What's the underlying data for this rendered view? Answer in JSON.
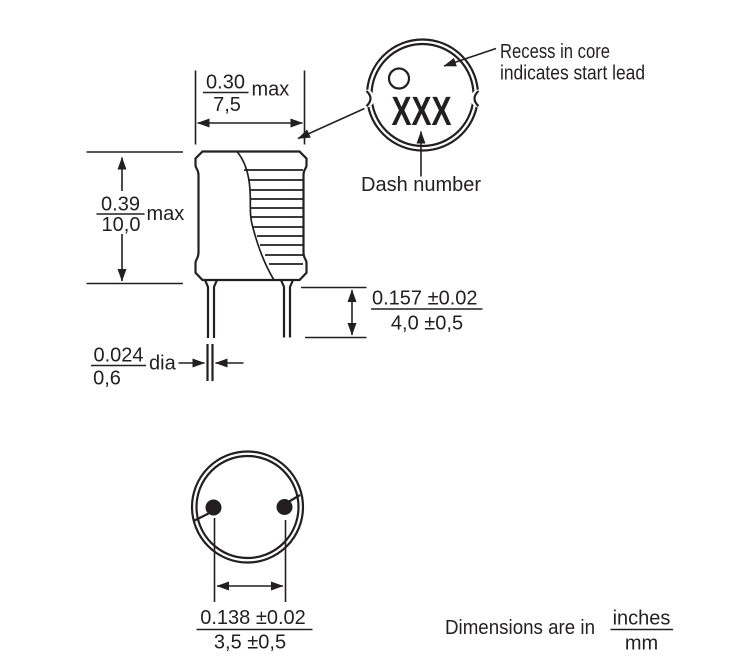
{
  "title": "Inductor mechanical outline drawing",
  "colors": {
    "ink": "#231f20",
    "background": "#ffffff"
  },
  "units_note": {
    "prefix": "Dimensions are in",
    "numerator": "inches",
    "denominator": "mm"
  },
  "top_view": {
    "marking": "XXX",
    "recess_note_line1": "Recess in core",
    "recess_note_line2": "indicates start lead",
    "dash_number_label": "Dash number"
  },
  "dimensions": {
    "body_width": {
      "inches": "0.30",
      "mm": "7,5",
      "qualifier": "max"
    },
    "body_height": {
      "inches": "0.39",
      "mm": "10,0",
      "qualifier": "max"
    },
    "lead_length": {
      "inches": "0.157 ±0.02",
      "mm": "4,0 ±0,5",
      "qualifier": ""
    },
    "wire_diameter": {
      "inches": "0.024",
      "mm": "0,6",
      "qualifier": "dia"
    },
    "lead_spacing": {
      "inches": "0.138 ±0.02",
      "mm": "3,5 ±0,5",
      "qualifier": ""
    }
  }
}
